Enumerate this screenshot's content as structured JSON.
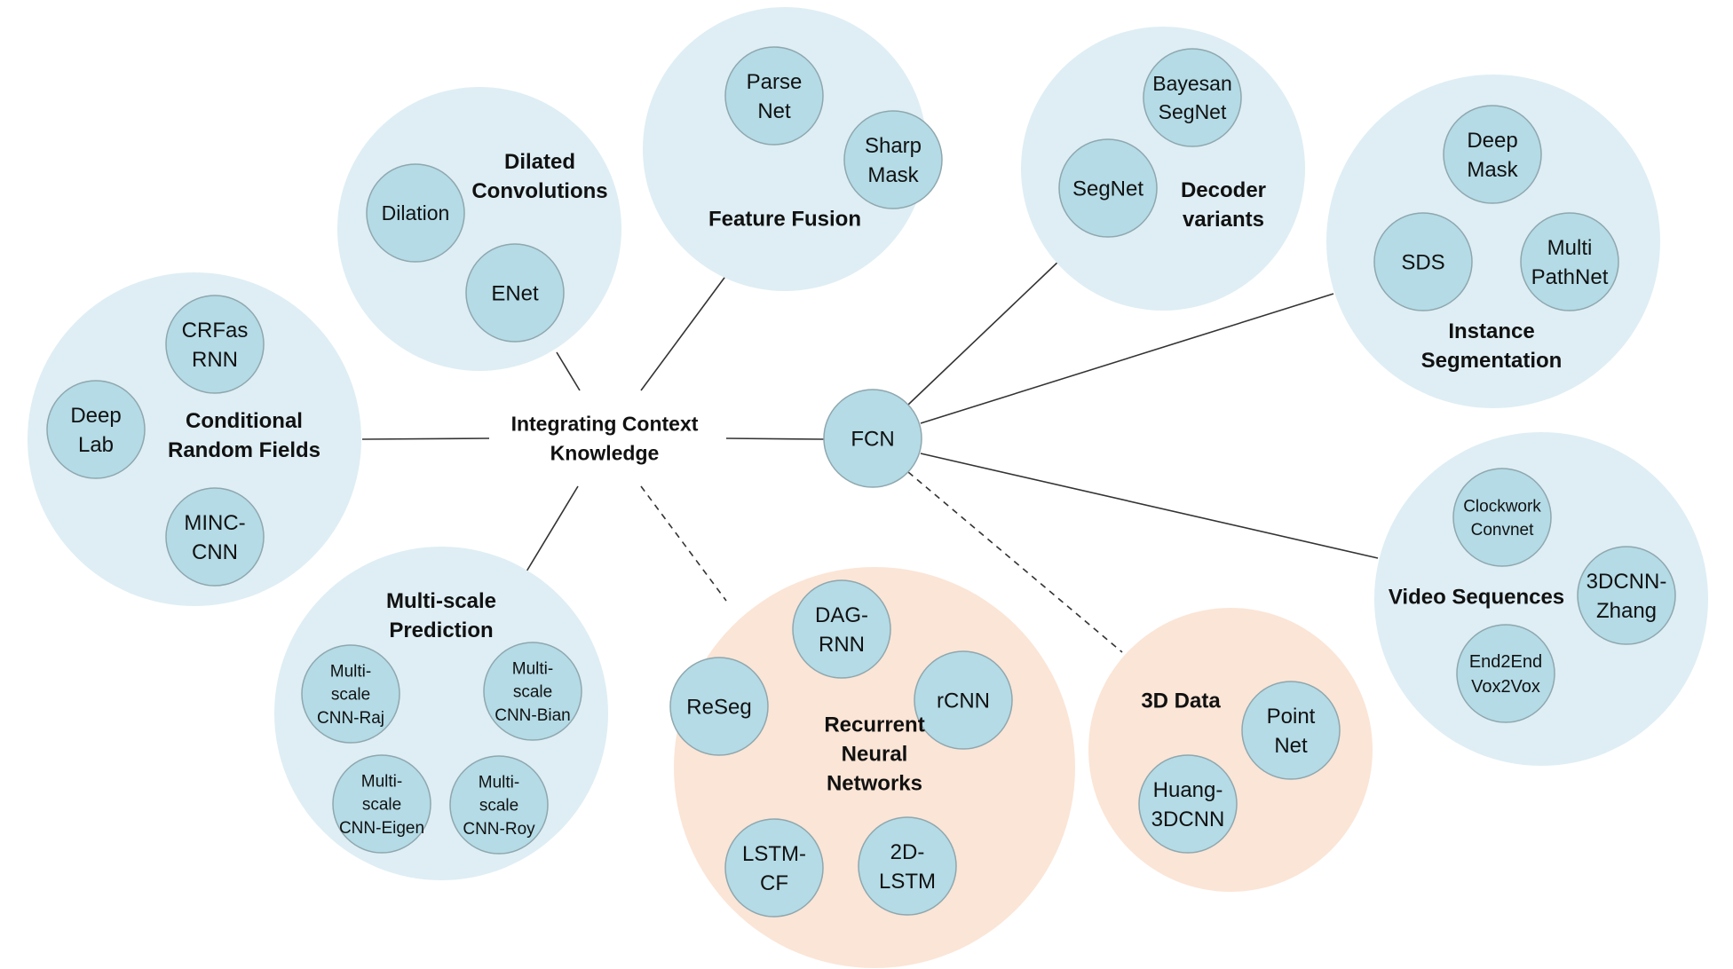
{
  "colors": {
    "cluster_blue": "#deeef4",
    "cluster_orange": "#fbe5d6",
    "node_fill": "#b4dbe6",
    "node_stroke": "#8fa7ae",
    "edge": "#333333"
  },
  "hubs": {
    "context": {
      "lines": [
        "Integrating Context",
        "Knowledge"
      ]
    },
    "fcn": {
      "lines": [
        "FCN"
      ]
    }
  },
  "clusters": [
    {
      "id": "crf",
      "label": [
        "Conditional",
        "Random Fields"
      ],
      "color": "blue",
      "nodes": [
        {
          "lines": [
            "CRFas",
            "RNN"
          ]
        },
        {
          "lines": [
            "Deep",
            "Lab"
          ]
        },
        {
          "lines": [
            "MINC-",
            "CNN"
          ]
        }
      ]
    },
    {
      "id": "dilated",
      "label": [
        "Dilated",
        "Convolutions"
      ],
      "color": "blue",
      "nodes": [
        {
          "lines": [
            "Dilation"
          ]
        },
        {
          "lines": [
            "ENet"
          ]
        }
      ]
    },
    {
      "id": "fusion",
      "label": [
        "Feature Fusion"
      ],
      "color": "blue",
      "nodes": [
        {
          "lines": [
            "Parse",
            "Net"
          ]
        },
        {
          "lines": [
            "Sharp",
            "Mask"
          ]
        }
      ]
    },
    {
      "id": "multiscale",
      "label": [
        "Multi-scale",
        "Prediction"
      ],
      "color": "blue",
      "nodes": [
        {
          "lines": [
            "Multi-",
            "scale",
            "CNN-Raj"
          ]
        },
        {
          "lines": [
            "Multi-",
            "scale",
            "CNN-Bian"
          ]
        },
        {
          "lines": [
            "Multi-",
            "scale",
            "CNN-Eigen"
          ]
        },
        {
          "lines": [
            "Multi-",
            "scale",
            "CNN-Roy"
          ]
        }
      ]
    },
    {
      "id": "rnn",
      "label": [
        "Recurrent",
        "Neural",
        "Networks"
      ],
      "color": "orange",
      "nodes": [
        {
          "lines": [
            "DAG-",
            "RNN"
          ]
        },
        {
          "lines": [
            "ReSeg"
          ]
        },
        {
          "lines": [
            "rCNN"
          ]
        },
        {
          "lines": [
            "LSTM-",
            "CF"
          ]
        },
        {
          "lines": [
            "2D-",
            "LSTM"
          ]
        }
      ]
    },
    {
      "id": "decoder",
      "label": [
        "Decoder",
        "variants"
      ],
      "color": "blue",
      "nodes": [
        {
          "lines": [
            "Bayesan",
            "SegNet"
          ]
        },
        {
          "lines": [
            "SegNet"
          ]
        }
      ]
    },
    {
      "id": "instance",
      "label": [
        "Instance",
        "Segmentation"
      ],
      "color": "blue",
      "nodes": [
        {
          "lines": [
            "Deep",
            "Mask"
          ]
        },
        {
          "lines": [
            "SDS"
          ]
        },
        {
          "lines": [
            "Multi",
            "PathNet"
          ]
        }
      ]
    },
    {
      "id": "video",
      "label": [
        "Video Sequences"
      ],
      "color": "blue",
      "nodes": [
        {
          "lines": [
            "Clockwork",
            "Convnet"
          ]
        },
        {
          "lines": [
            "3DCNN-",
            "Zhang"
          ]
        },
        {
          "lines": [
            "End2End",
            "Vox2Vox"
          ]
        }
      ]
    },
    {
      "id": "data3d",
      "label": [
        "3D Data"
      ],
      "color": "orange",
      "nodes": [
        {
          "lines": [
            "Point",
            "Net"
          ]
        },
        {
          "lines": [
            "Huang-",
            "3DCNN"
          ]
        }
      ]
    }
  ],
  "edges": [
    {
      "from": "context",
      "to": "crf",
      "style": "solid"
    },
    {
      "from": "context",
      "to": "dilated",
      "style": "solid"
    },
    {
      "from": "context",
      "to": "fusion",
      "style": "solid"
    },
    {
      "from": "context",
      "to": "multiscale",
      "style": "solid"
    },
    {
      "from": "context",
      "to": "rnn",
      "style": "dashed"
    },
    {
      "from": "context",
      "to": "fcn",
      "style": "solid"
    },
    {
      "from": "fcn",
      "to": "decoder",
      "style": "solid"
    },
    {
      "from": "fcn",
      "to": "instance",
      "style": "solid"
    },
    {
      "from": "fcn",
      "to": "video",
      "style": "solid"
    },
    {
      "from": "fcn",
      "to": "data3d",
      "style": "dashed"
    }
  ]
}
